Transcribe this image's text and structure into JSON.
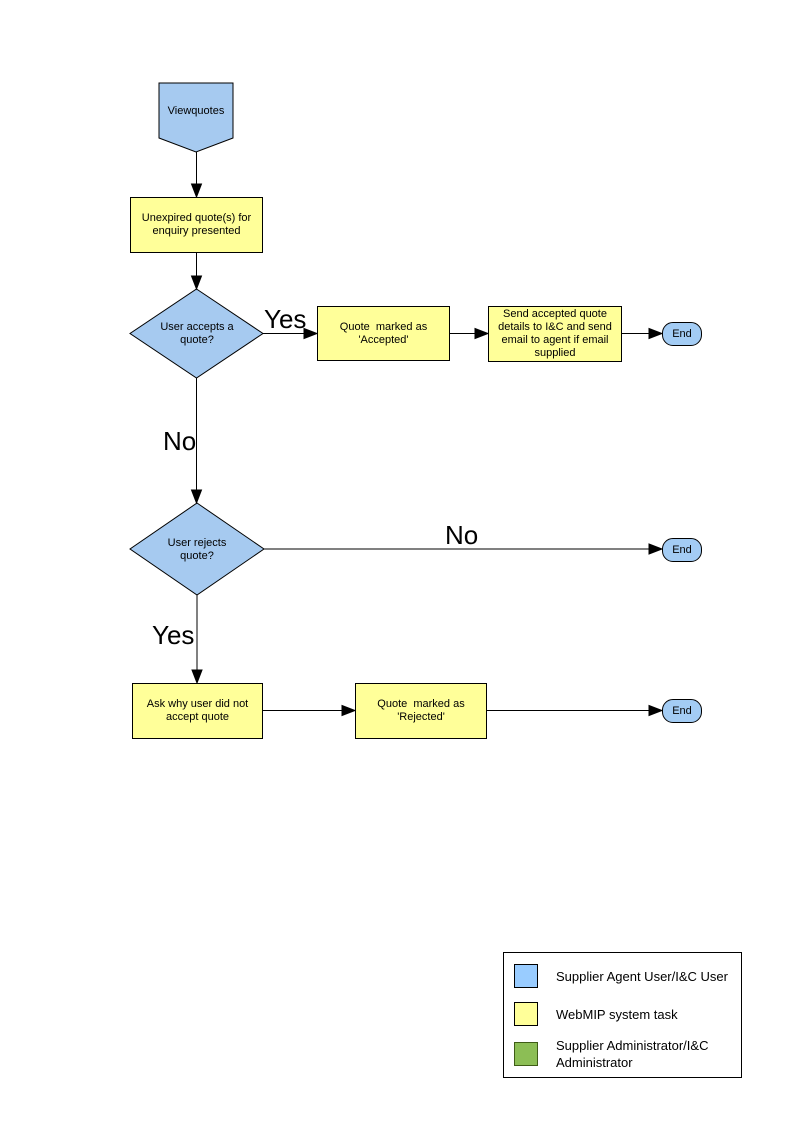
{
  "colors": {
    "node_blue_fill": "#A6CAF0",
    "system_task_yellow_fill": "#FFFF99",
    "admin_green_fill": "#8CBE55",
    "shape_border": "#000000",
    "legend_blue": "#99CCFF",
    "legend_yellow": "#FFFF99",
    "legend_green": "#8CBE55",
    "page_background": "#FFFFFF"
  },
  "flow": {
    "start_label": "Viewquotes",
    "unexpired_label": "Unexpired quote(s) for enquiry presented",
    "accepts_label": "User accepts a quote?",
    "accepted_label": "Quote  marked as 'Accepted'",
    "send_label": "Send accepted quote details to I&C and send email to agent if email supplied",
    "rejects_label": "User rejects quote?",
    "ask_label": "Ask why user did not accept quote",
    "rejected_label": "Quote  marked as 'Rejected'",
    "end_label": "End",
    "edge_labels": {
      "yes_accept": "Yes",
      "no_accept": "No",
      "no_reject": "No",
      "yes_reject": "Yes"
    }
  },
  "legend": {
    "items": [
      {
        "label": "Supplier Agent User/I&C User",
        "color": "#99CCFF"
      },
      {
        "label": "WebMIP system task",
        "color": "#FFFF99"
      },
      {
        "label": "Supplier Administrator/I&C Administrator",
        "color": "#8CBE55"
      }
    ]
  }
}
